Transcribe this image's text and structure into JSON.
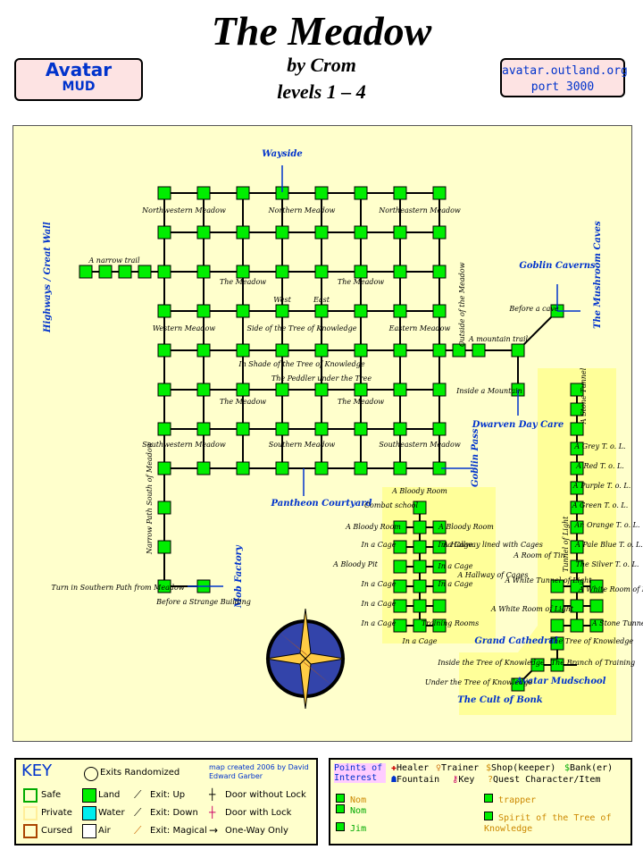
{
  "header": {
    "title": "The Meadow",
    "byline": "by Crom",
    "levels": "levels 1 – 4",
    "left_sign": {
      "line1": "Avatar",
      "line2": "MUD"
    },
    "right_sign": {
      "line1": "avatar.outland.org",
      "line2": "port 3000"
    }
  },
  "map": {
    "exits": {
      "wayside": "Wayside",
      "highways": "Highways / Great Wall",
      "goblin_caverns": "Goblin Caverns",
      "mushroom_caves": "The Mushroom Caves",
      "dwarven_day_care": "Dwarven Day Care",
      "goblin_pass": "Goblin Pass",
      "pantheon_courtyard": "Pantheon Courtyard",
      "mob_factory": "Mob Factory",
      "grand_cathedral": "Grand Cathedral",
      "avatar_mudschool": "Avatar Mudschool",
      "cult_of_bonk": "The Cult of Bonk"
    },
    "labels": {
      "narrow_trail": "A narrow trail",
      "nw_meadow": "Northwestern Meadow",
      "n_meadow": "Northern Meadow",
      "ne_meadow": "Northeastern Meadow",
      "the_meadow": "The Meadow",
      "west": "West",
      "east": "East",
      "side_of_tree": "Side of the Tree of Knowledge",
      "w_meadow": "Western Meadow",
      "e_meadow": "Eastern Meadow",
      "outside_meadow": "Outside of the Meadow",
      "mountain_trail": "A mountain trail",
      "before_cave": "Before a cave",
      "in_shade": "In Shade of the Tree of Knowledge",
      "peddler": "The Peddler under the Tree",
      "inside_mountain": "Inside a Mountain",
      "sw_meadow": "Southwestern Meadow",
      "s_meadow": "Southern Meadow",
      "se_meadow": "Southeastern Meadow",
      "narrow_path": "Narrow Path South of Meadow",
      "turn_southern": "Turn in Southern Path from Meadow",
      "before_building": "Before a Strange Building",
      "bloody_room": "A Bloody Room",
      "combat_school": "Combat school",
      "in_a_cage": "In a Cage",
      "hallway_cages": "A Hallway lined with Cages",
      "bloody_pit": "A Bloody Pit",
      "hallway_of_cages": "A Hallway of Cages",
      "training_rooms": "Training Rooms",
      "room_of_tin": "A Room of Tin",
      "stone_tunnel": "A Stone Tunnel",
      "tunnel_of_light": "Tunnel of Light",
      "grey_tol": "A Grey T. o. L.",
      "red_tol": "A Red T. o. L.",
      "purple_tol": "A Purple T. o. L.",
      "green_tol": "A Green T. o. L.",
      "orange_tol": "An Orange T. o. L.",
      "paleblue_tol": "A Pale Blue T. o. L.",
      "silver_tol": "The Silver T. o. L.",
      "white_tunnel": "A White Tunnel of Light",
      "white_room": "A White Room of Light",
      "tree_knowledge": "The Tree of Knowledge",
      "branch_training": "The Branch of Training",
      "inside_tree": "Inside the Tree of Knowledge",
      "under_tree": "Under the Tree of Knowledge"
    }
  },
  "key": {
    "title": "KEY",
    "exits_randomized": "Exits Randomized",
    "credit": "map created 2006 by David Edward Garber",
    "safe": "Safe",
    "private": "Private",
    "cursed": "Cursed",
    "land": "Land",
    "water": "Water",
    "air": "Air",
    "exit_up": "Exit: Up",
    "exit_down": "Exit: Down",
    "exit_magical": "Exit: Magical",
    "door_without_lock": "Door without Lock",
    "door_with_lock": "Door with Lock",
    "one_way": "One-Way Only"
  },
  "poi": {
    "title": "Points of Interest",
    "legend": [
      "Healer",
      "Trainer",
      "Shop(keeper)",
      "Bank(er)",
      "Fountain",
      "Key",
      "Quest Character/Item"
    ],
    "mobs_left": [
      "Nom",
      "Nom",
      "Jim"
    ],
    "mobs_right": [
      "trapper",
      "Spirit of the Tree of Knowledge"
    ]
  },
  "colors": {
    "room": "#00ee00",
    "parchment": "#ffffcc",
    "school": "#ffff99",
    "exit_text": "#0033cc"
  }
}
